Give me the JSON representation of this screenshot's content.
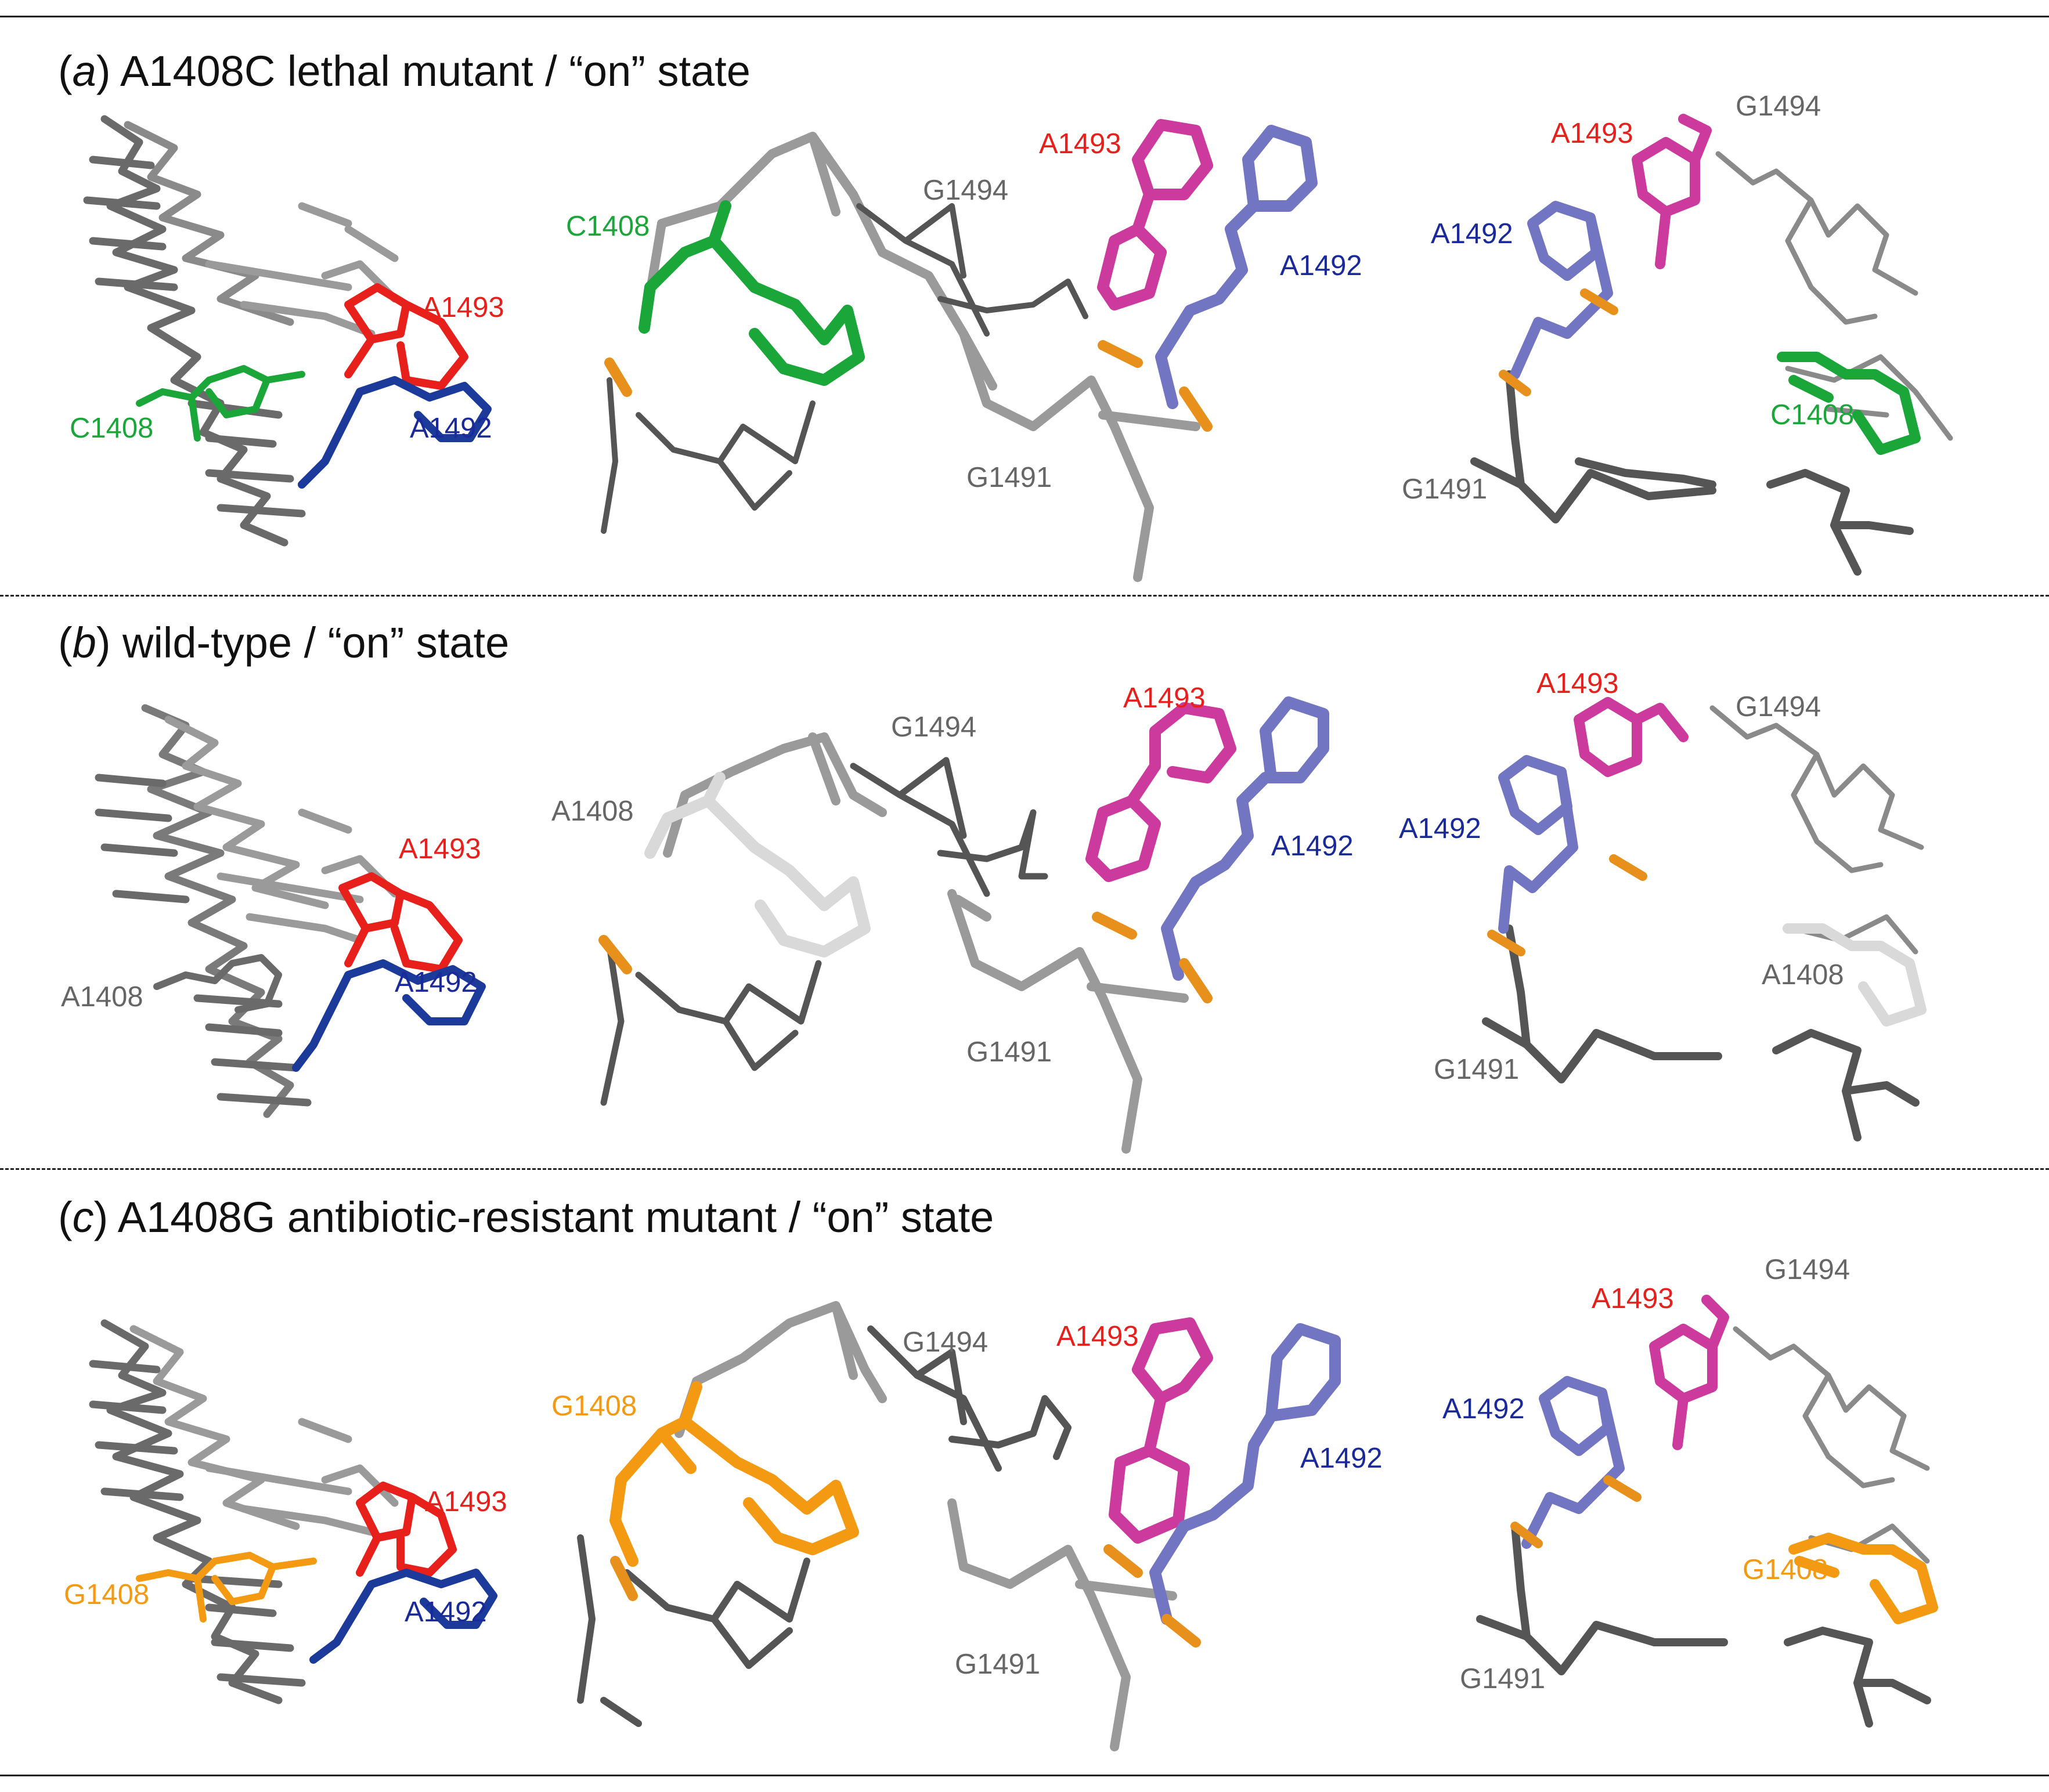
{
  "panels": [
    {
      "letter": "a",
      "title": "A1408C lethal mutant / “on” state",
      "left_view": {
        "mutant": "C1408",
        "a1493": "A1493",
        "a1492": "A1492"
      },
      "middle_view": {
        "mutant": "C1408",
        "g1494": "G1494",
        "a1493": "A1493",
        "a1492": "A1492",
        "g1491": "G1491"
      },
      "right_view": {
        "a1493": "A1493",
        "g1494": "G1494",
        "a1492": "A1492",
        "mutant": "C1408",
        "g1491": "G1491"
      }
    },
    {
      "letter": "b",
      "title": "wild-type / “on” state",
      "left_view": {
        "mutant": "A1408",
        "a1493": "A1493",
        "a1492": "A1492"
      },
      "middle_view": {
        "mutant": "A1408",
        "g1494": "G1494",
        "a1493": "A1493",
        "a1492": "A1492",
        "g1491": "G1491"
      },
      "right_view": {
        "a1493": "A1493",
        "g1494": "G1494",
        "a1492": "A1492",
        "mutant": "A1408",
        "g1491": "G1491"
      }
    },
    {
      "letter": "c",
      "title": "A1408G antibiotic-resistant mutant / “on” state",
      "left_view": {
        "mutant": "G1408",
        "a1493": "A1493",
        "a1492": "A1492"
      },
      "middle_view": {
        "mutant": "G1408",
        "g1494": "G1494",
        "a1493": "A1493",
        "a1492": "A1492",
        "g1491": "G1491"
      },
      "right_view": {
        "a1493": "A1493",
        "g1494": "G1494",
        "a1492": "A1492",
        "mutant": "G1408",
        "g1491": "G1491"
      }
    }
  ],
  "colors": {
    "backbone_dark": "#555555",
    "backbone_light": "#a9a9a9",
    "a1493": "#e8201c",
    "a1492": "#1b3a9a",
    "a1493_stick": "#cc3a9e",
    "a1492_stick": "#7275c2",
    "c1408": "#1ba63a",
    "a1408": "#d9d9d9",
    "g1408": "#f39a12",
    "phosphate": "#e8901c",
    "oxygen": "#f0504f",
    "nitrogen": "#2f3ab8"
  }
}
